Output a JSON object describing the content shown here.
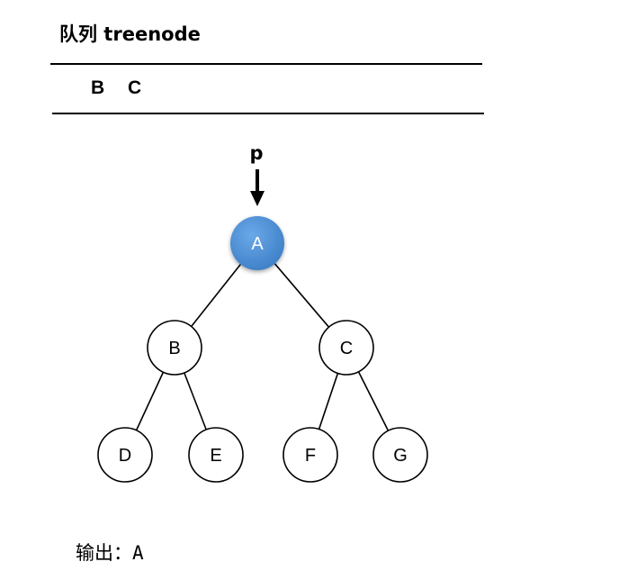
{
  "queue": {
    "title": "队列  treenode",
    "items": [
      "B",
      "C"
    ]
  },
  "pointer": {
    "label": "p"
  },
  "tree": {
    "nodes": [
      {
        "id": "A",
        "label": "A",
        "highlight": true
      },
      {
        "id": "B",
        "label": "B"
      },
      {
        "id": "C",
        "label": "C"
      },
      {
        "id": "D",
        "label": "D"
      },
      {
        "id": "E",
        "label": "E"
      },
      {
        "id": "F",
        "label": "F"
      },
      {
        "id": "G",
        "label": "G"
      }
    ],
    "edges": [
      [
        "A",
        "B"
      ],
      [
        "A",
        "C"
      ],
      [
        "B",
        "D"
      ],
      [
        "B",
        "E"
      ],
      [
        "C",
        "F"
      ],
      [
        "C",
        "G"
      ]
    ]
  },
  "output": {
    "text": "输出：A"
  },
  "colors": {
    "highlight_fill": "#4a90d9",
    "node_stroke": "#000000",
    "text": "#000000"
  }
}
